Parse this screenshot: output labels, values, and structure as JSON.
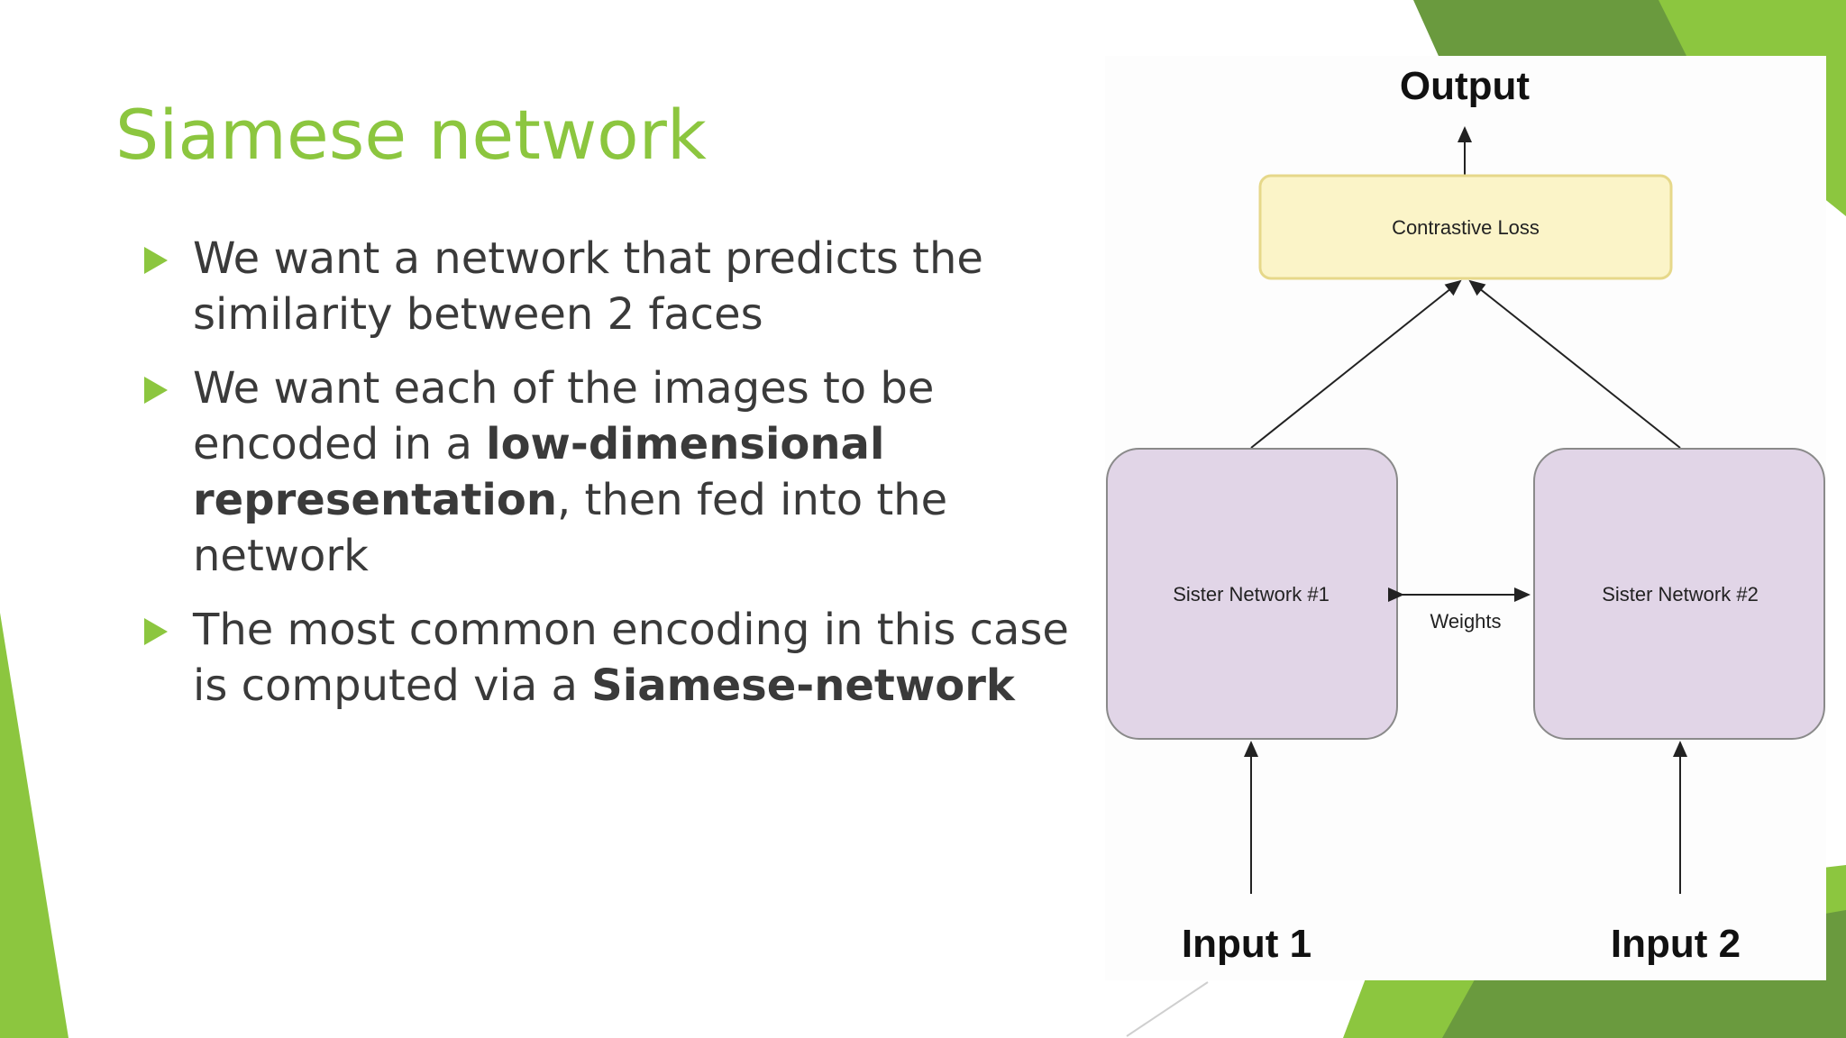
{
  "slide": {
    "title": "Siamese network",
    "bullets": [
      {
        "parts": [
          "We want a network that predicts the similarity between 2 faces"
        ]
      },
      {
        "parts": [
          "We want each of the images to be encoded in a ",
          "low-dimensional representation",
          ", then fed into the network"
        ]
      },
      {
        "parts": [
          "The most common encoding in this case is computed via a ",
          "Siamese-network",
          ""
        ]
      }
    ]
  },
  "diagram": {
    "output_label": "Output",
    "loss_label": "Contrastive Loss",
    "sister1_label": "Sister Network #1",
    "sister2_label": "Sister Network #2",
    "weights_label": "Weights",
    "input1_label": "Input 1",
    "input2_label": "Input 2"
  },
  "colors": {
    "accent": "#8cc63f",
    "loss_fill": "#fbf4c8",
    "loss_stroke": "#e6d88a",
    "sister_fill": "#e1d5e7",
    "sister_stroke": "#8a8a8a"
  }
}
